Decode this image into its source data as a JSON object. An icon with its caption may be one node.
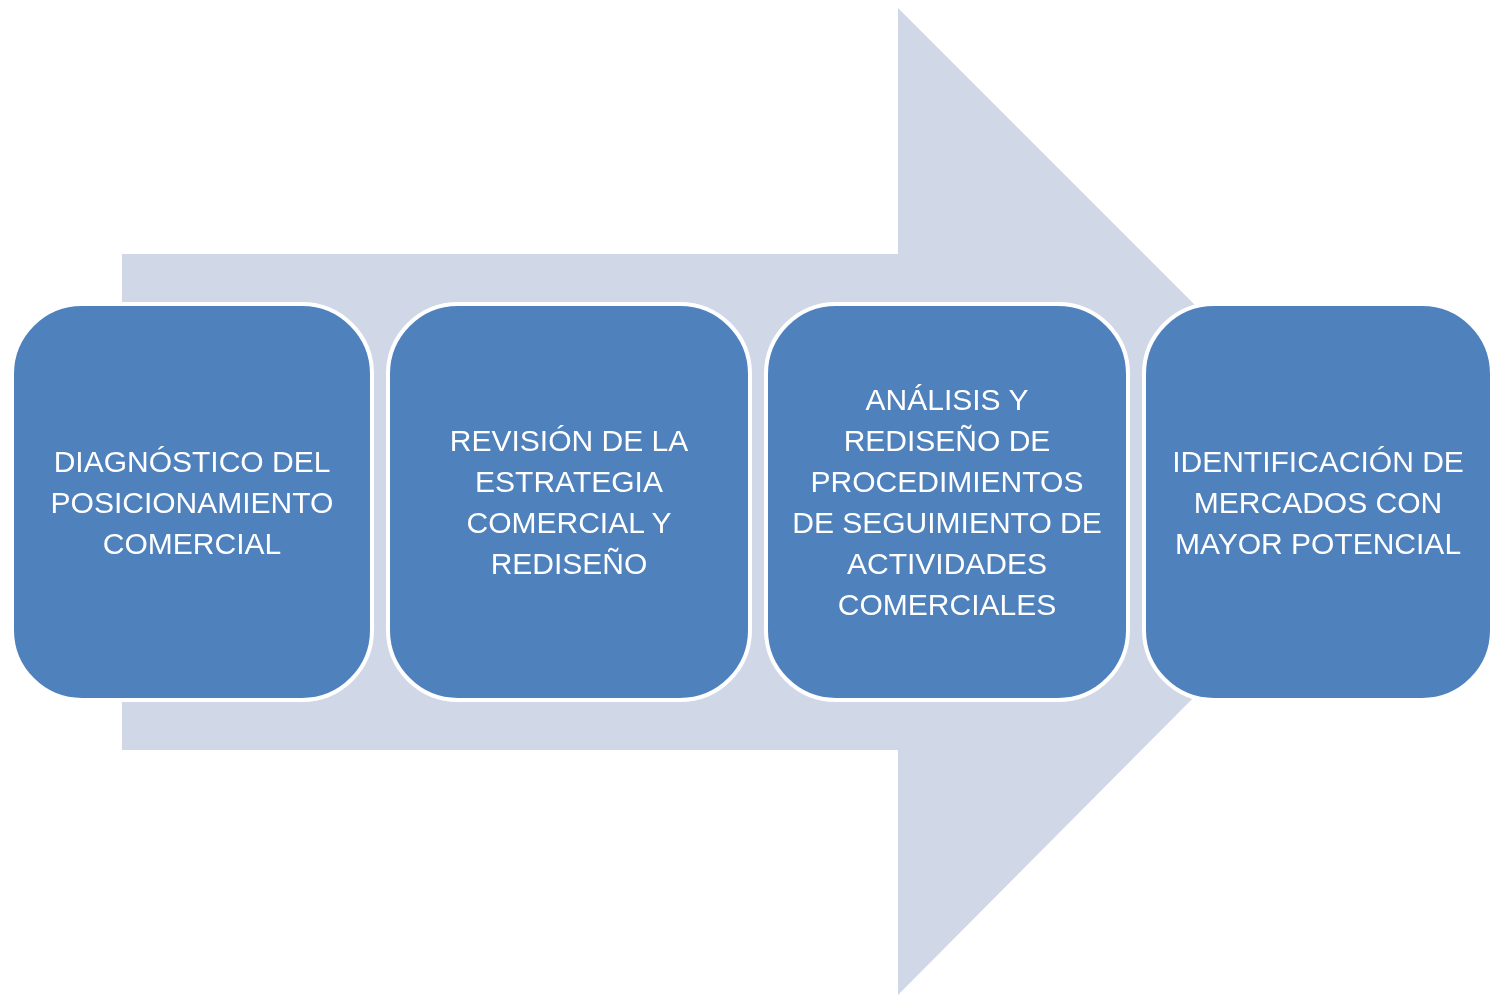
{
  "diagram": {
    "nodes": [
      {
        "text": [
          "DIAGNÓSTICO DEL POSICIONAMIENTO COMERCIAL"
        ]
      },
      {
        "text": [
          "REVISIÓN DE LA ESTRATEGIA COMERCIAL Y REDISEÑO"
        ]
      },
      {
        "text": [
          "ANÁLISIS Y REDISEÑO DE PROCEDIMIENTOS DE SEGUIMIENTO DE ACTIVIDADES COMERCIALES"
        ]
      },
      {
        "text": [
          "IDENTIFICACIÓN DE MERCADOS CON MAYOR POTENCIAL"
        ]
      }
    ],
    "edges": [
      {
        "from": 0,
        "to": 3,
        "arrow": "to"
      }
    ]
  }
}
